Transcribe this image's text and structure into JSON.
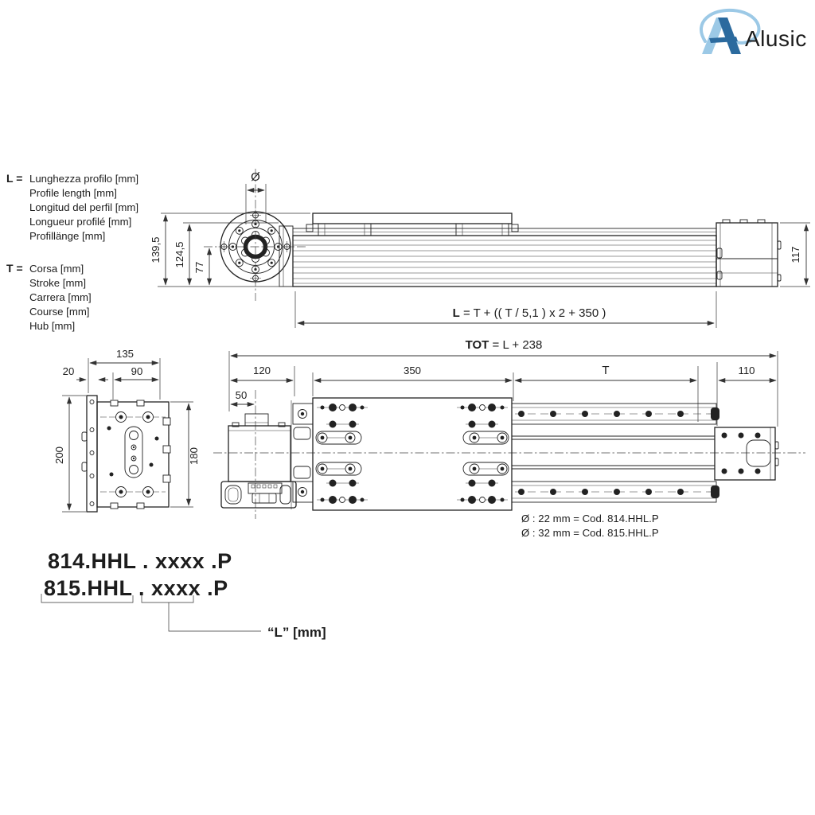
{
  "brand": {
    "name": "Alusic",
    "colors": {
      "light_blue": "#9cc9e6",
      "dark_blue": "#2b6a9e",
      "text_gray": "#8d929b"
    }
  },
  "legend": {
    "l_key": "L =",
    "l_defs": [
      "Lunghezza profilo [mm]",
      "Profile length [mm]",
      "Longitud del perfil [mm]",
      "Longueur profilé [mm]",
      "Profillänge [mm]"
    ],
    "t_key": "T =",
    "t_defs": [
      "Corsa [mm]",
      "Stroke [mm]",
      "Carrera [mm]",
      "Course [mm]",
      "Hub [mm]"
    ]
  },
  "side_view": {
    "bore_symbol": "Ø",
    "dim_overall_height": "139,5",
    "dim_flange_height": "124,5",
    "dim_center_height": "77",
    "dim_end_height": "117",
    "formula_bold": "L",
    "formula_rest": " = T + (( T / 5,1 ) x 2 + 350 )"
  },
  "top_view": {
    "tot_bold": "TOT",
    "tot_rest": " = L + 238",
    "dim_motor_offset": "120",
    "dim_motor_center": "50",
    "dim_carriage": "350",
    "dim_stroke": "T",
    "dim_end": "110",
    "code_note_1": "Ø : 22 mm = Cod. 814.HHL.P",
    "code_note_2": "Ø : 32 mm = Cod. 815.HHL.P"
  },
  "cross_section": {
    "dim_width": "135",
    "dim_plate_thickness": "20",
    "dim_slot_width": "90",
    "dim_plate_height": "200",
    "dim_profile_height": "180"
  },
  "ordering": {
    "code_1": "814.HHL . xxxx .P",
    "code_2": "815.HHL . xxxx .P",
    "length_callout": "“L” [mm]"
  }
}
